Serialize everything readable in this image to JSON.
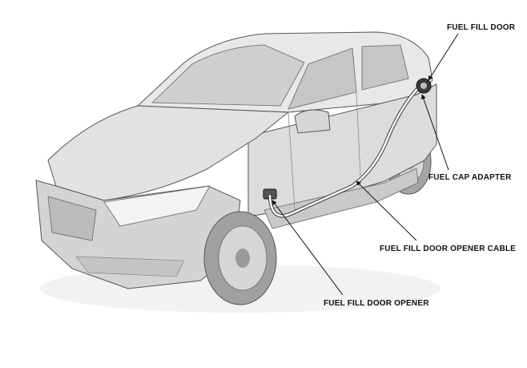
{
  "diagram": {
    "callouts": {
      "fuel_fill_door": "FUEL FILL DOOR",
      "fuel_cap_adapter": "FUEL CAP ADAPTER",
      "fuel_fill_door_opener_cable": "FUEL FILL DOOR OPENER CABLE",
      "fuel_fill_door_opener": "FUEL FILL DOOR OPENER"
    }
  },
  "colors": {
    "body": "#e4e4e4",
    "body_shade": "#cfcfcf",
    "glass": "#bdbdbd",
    "tire": "#9a9a9a",
    "outline": "#555555",
    "cable": "#ffffff",
    "leader": "#111111"
  }
}
